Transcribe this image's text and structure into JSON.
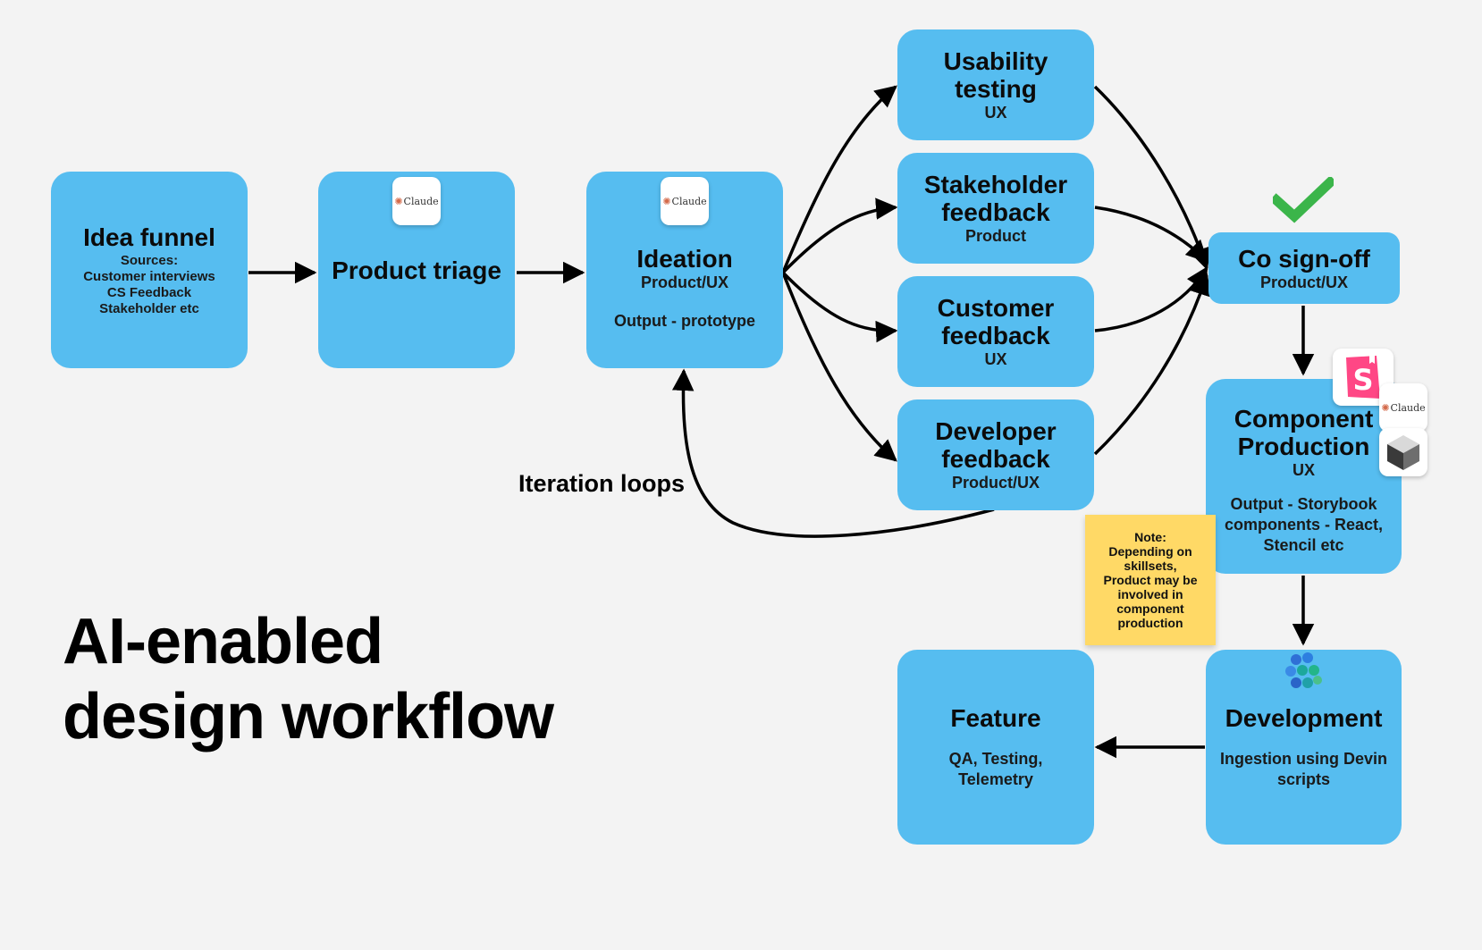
{
  "title": {
    "line1": "AI-enabled",
    "line2": "design workflow"
  },
  "iteration_label": "Iteration loops",
  "idea_funnel": {
    "title": "Idea funnel",
    "sources_label": "Sources:",
    "sources": [
      "Customer interviews",
      "CS Feedback",
      "Stakeholder etc"
    ]
  },
  "product_triage": {
    "title": "Product triage",
    "tool": "Claude"
  },
  "ideation": {
    "title": "Ideation",
    "role": "Product/UX",
    "output": "Output - prototype",
    "tool": "Claude"
  },
  "feedback": [
    {
      "title_l1": "Usability",
      "title_l2": "testing",
      "role": "UX"
    },
    {
      "title_l1": "Stakeholder",
      "title_l2": "feedback",
      "role": "Product"
    },
    {
      "title_l1": "Customer",
      "title_l2": "feedback",
      "role": "UX"
    },
    {
      "title_l1": "Developer",
      "title_l2": "feedback",
      "role": "Product/UX"
    }
  ],
  "signoff": {
    "title": "Co sign-off",
    "role": "Product/UX",
    "check_icon": "checkmark-icon",
    "check_color": "#3bb54a"
  },
  "component_production": {
    "title_l1": "Component",
    "title_l2": "Production",
    "role": "UX",
    "output_l1": "Output - Storybook",
    "output_l2": "components - React,",
    "output_l3": "Stencil etc",
    "tools": [
      "storybook-icon",
      "Claude",
      "cube-icon"
    ]
  },
  "note": {
    "lines": [
      "Note:",
      "Depending on",
      "skillsets,",
      "Product may be",
      "involved in",
      "component",
      "production"
    ],
    "color": "#ffd966"
  },
  "development": {
    "title": "Development",
    "desc_l1": "Ingestion using Devin",
    "desc_l2": "scripts",
    "icon": "devin-icon"
  },
  "feature": {
    "title": "Feature",
    "desc_l1": "QA, Testing,",
    "desc_l2": "Telemetry"
  },
  "colors": {
    "box": "#56bdf0",
    "background": "#f3f3f3",
    "arrow": "#000000",
    "storybook": "#ff4785"
  }
}
